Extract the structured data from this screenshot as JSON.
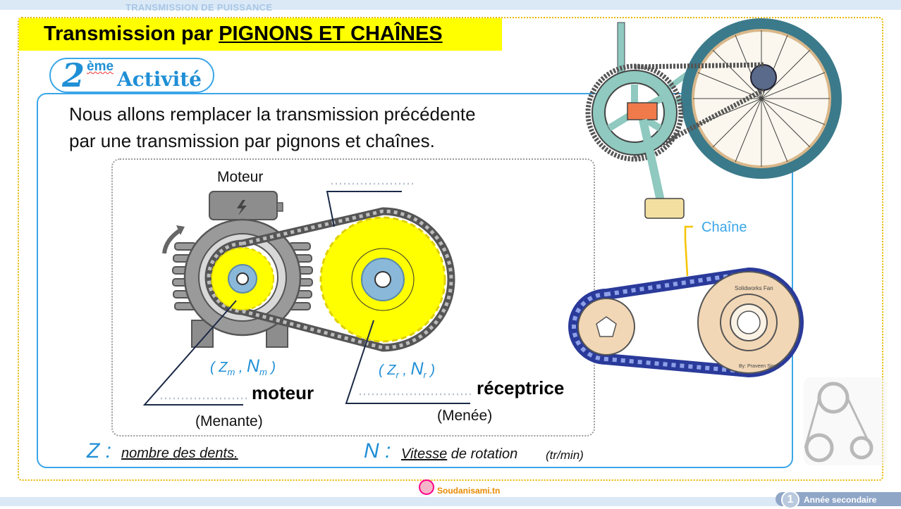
{
  "header": {
    "section_title": "TRANSMISSION DE PUISSANCE"
  },
  "title": {
    "prefix": "Transmission par ",
    "highlight": "PIGNONS ET CHAÎNES"
  },
  "activity": {
    "number": "2",
    "superscript": "ème",
    "word": "Activité"
  },
  "intro": {
    "line1": "Nous allons remplacer la transmission précédente",
    "line2": "par une transmission par pignons et chaînes."
  },
  "diagram": {
    "motor_label": "Moteur",
    "driver_params": {
      "z": "Z",
      "z_sub": "m",
      "n": "N",
      "n_sub": "m"
    },
    "driven_params": {
      "z": "Z",
      "z_sub": "r",
      "n": "N",
      "n_sub": "r"
    },
    "driver_word": "moteur",
    "driven_word": "réceptrice",
    "driver_role": "(Menante)",
    "driven_role": "(Menée)",
    "colors": {
      "sprocket": "#ffff00",
      "accent": "#1f8fd6",
      "chain": "#555555"
    }
  },
  "legend": {
    "z_symbol": "Z :",
    "z_definition": "nombre des dents.",
    "n_symbol": "N :",
    "n_definition_underlined": "Vitesse",
    "n_definition_rest": " de rotation",
    "n_unit": "(tr/min)"
  },
  "photo": {
    "chain_label": "Chaîne",
    "sprocket_engraving_1": "Solidworks Fan",
    "sprocket_engraving_2": "By: Praveen Singh"
  },
  "footer": {
    "site": "Soudanisami.tn",
    "level_number": "1",
    "level_text": "Année secondaire"
  }
}
